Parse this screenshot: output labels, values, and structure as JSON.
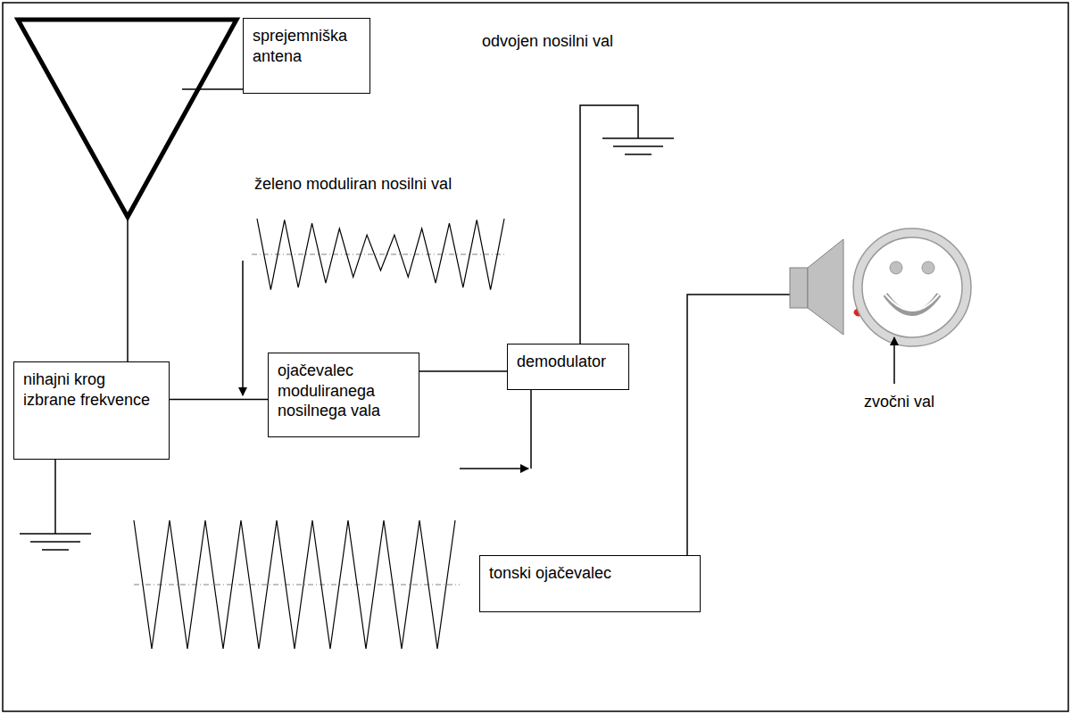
{
  "diagram": {
    "nodes": [
      {
        "text": [
          "sprejemniška antena"
        ]
      },
      {
        "text": [
          "nihajni krog izbrane frekvence"
        ]
      },
      {
        "text": [
          "ojačevalec moduliranega nosilnega vala"
        ]
      },
      {
        "text": [
          "demodulator"
        ]
      },
      {
        "text": [
          "tonski ojačevalec"
        ]
      }
    ],
    "edges": [
      {
        "from": 1,
        "to": 2,
        "arrow": "none"
      },
      {
        "from": 2,
        "to": 3,
        "arrow": "none"
      }
    ],
    "labels": [
      "želeno moduliran nosilni val",
      "odvojen nosilni val",
      "zvočni val"
    ]
  }
}
